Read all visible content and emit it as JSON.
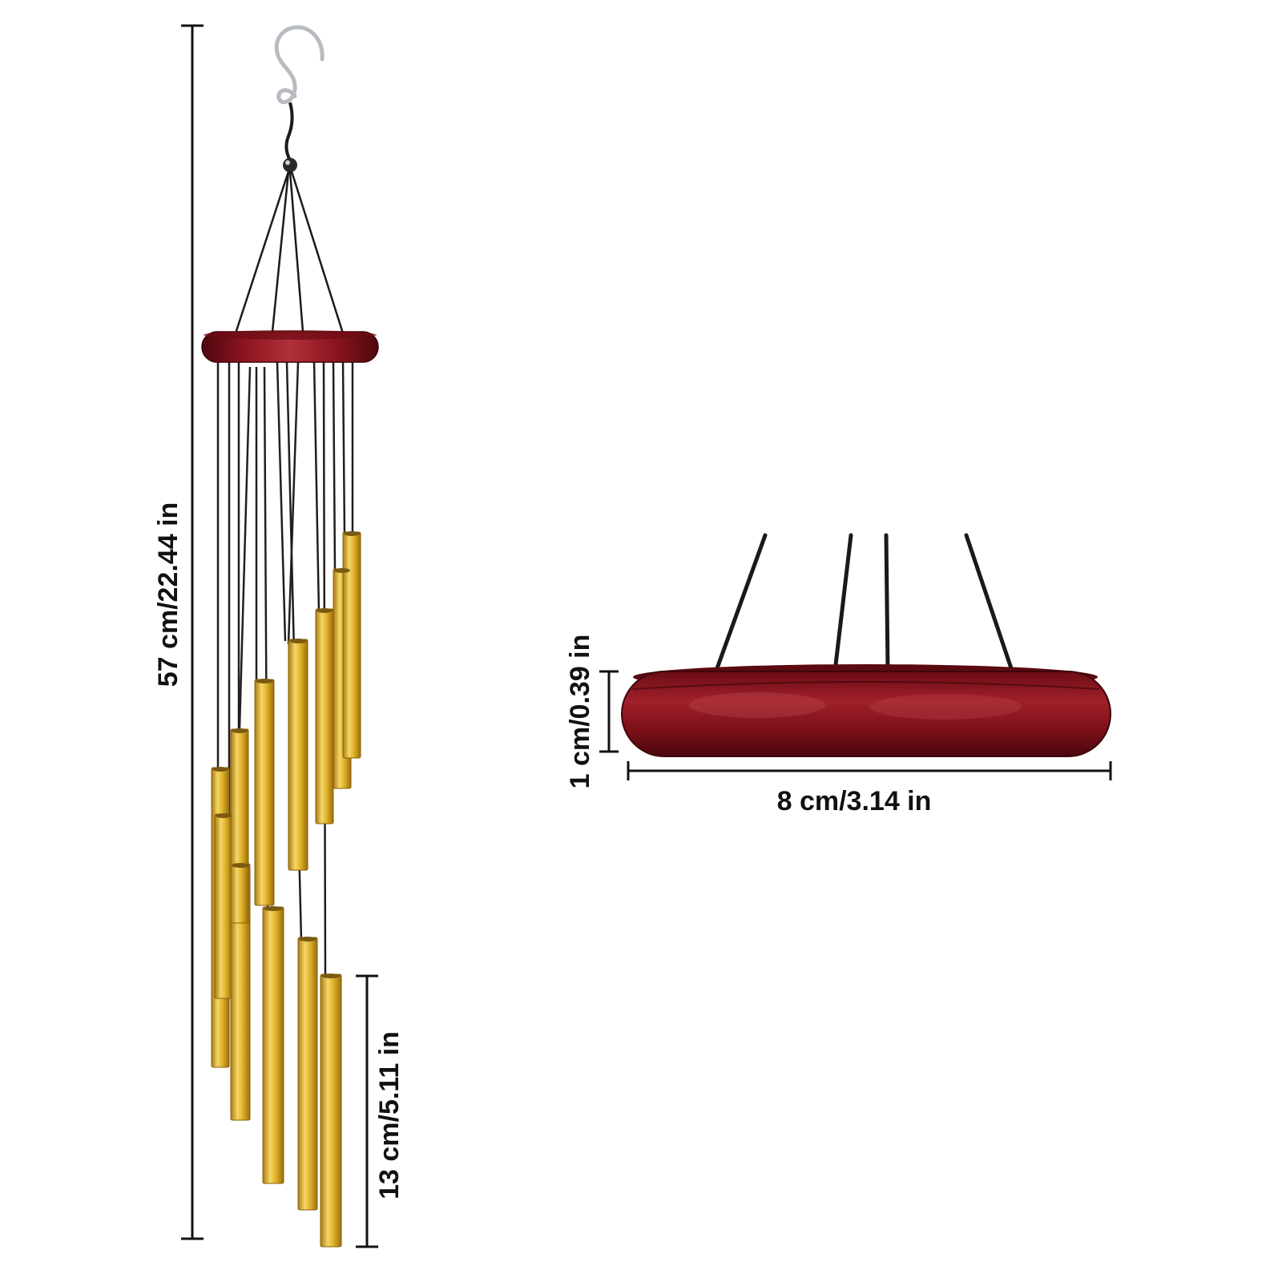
{
  "labels": {
    "total_length": "57 cm/22.44 in",
    "tube_length": "13 cm/5.11 in",
    "ring_height": "1 cm/0.39 in",
    "ring_diameter": "8 cm/3.14 in"
  },
  "colors": {
    "wood": "#8a1018",
    "wood_dark": "#5c0a10",
    "gold": "#d9a820",
    "gold_light": "#f5d66a",
    "cord": "#1a1a1a",
    "hook": "#b8bcc2",
    "dimension_line": "#111111"
  },
  "icons": {
    "hook": "s-hook-icon",
    "bead": "bead-icon"
  }
}
